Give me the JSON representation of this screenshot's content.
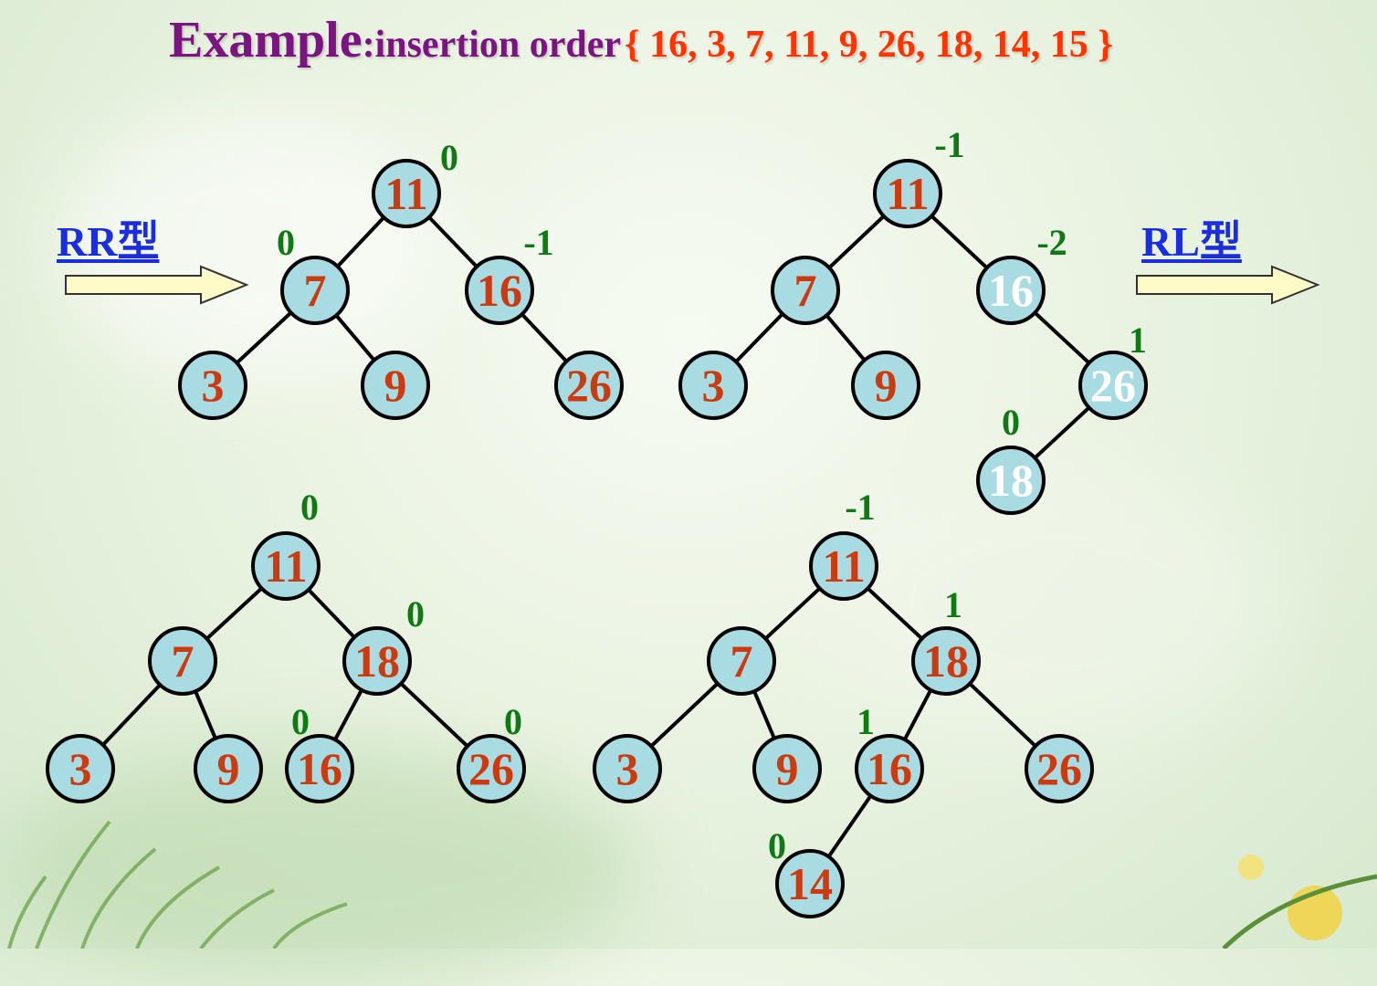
{
  "title": {
    "example": "Example",
    "insertion_order": ":insertion order",
    "sequence": "{ 16, 3, 7, 11, 9, 26, 18, 14, 15 }"
  },
  "rotation_labels": {
    "rr": "RR型",
    "rl": "RL型"
  },
  "colors": {
    "node_fill": "#a9dbe2",
    "node_text": "#cc3b10",
    "node_text_highlight": "#ffffff",
    "balance": "#0f7a14",
    "arrow_fill": "#fffbc8"
  },
  "trees": [
    {
      "name": "tree-top-left",
      "nodes": [
        {
          "key": "11",
          "bf": "0"
        },
        {
          "key": "7",
          "bf": "0"
        },
        {
          "key": "16",
          "bf": "-1"
        },
        {
          "key": "3"
        },
        {
          "key": "9"
        },
        {
          "key": "26"
        }
      ]
    },
    {
      "name": "tree-top-right",
      "nodes": [
        {
          "key": "11",
          "bf": "-1"
        },
        {
          "key": "7"
        },
        {
          "key": "16",
          "bf": "-2",
          "highlight": true
        },
        {
          "key": "3"
        },
        {
          "key": "9"
        },
        {
          "key": "26",
          "bf": "1",
          "highlight": true
        },
        {
          "key": "18",
          "bf": "0",
          "highlight": true
        }
      ]
    },
    {
      "name": "tree-bottom-left",
      "nodes": [
        {
          "key": "11",
          "bf": "0"
        },
        {
          "key": "7"
        },
        {
          "key": "18",
          "bf": "0"
        },
        {
          "key": "3"
        },
        {
          "key": "9"
        },
        {
          "key": "16",
          "bf": "0"
        },
        {
          "key": "26",
          "bf": "0"
        }
      ]
    },
    {
      "name": "tree-bottom-right",
      "nodes": [
        {
          "key": "11",
          "bf": "-1"
        },
        {
          "key": "7"
        },
        {
          "key": "18",
          "bf": "1"
        },
        {
          "key": "3"
        },
        {
          "key": "9"
        },
        {
          "key": "16",
          "bf": "1"
        },
        {
          "key": "26"
        },
        {
          "key": "14",
          "bf": "0"
        }
      ]
    }
  ]
}
